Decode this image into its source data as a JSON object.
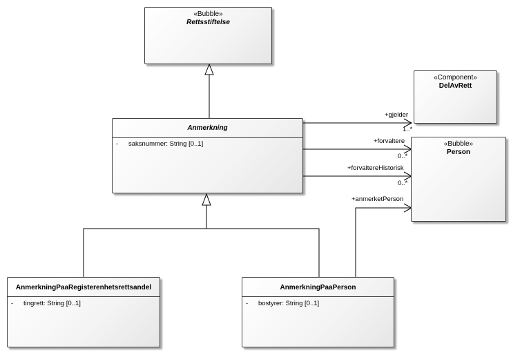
{
  "classes": {
    "rettsstiftelse": {
      "stereotype": "«Bubble»",
      "name": "Rettsstiftelse"
    },
    "del_av_rett": {
      "stereotype": "«Component»",
      "name": "DelAvRett"
    },
    "person": {
      "stereotype": "«Bubble»",
      "name": "Person"
    },
    "anmerkning": {
      "name": "Anmerkning",
      "attr_vis": "-",
      "attr": "saksnummer: String [0..1]"
    },
    "paa_register": {
      "name": "AnmerkningPaaRegisterenhetsrettsandel",
      "attr_vis": "-",
      "attr": "tingrett: String [0..1]"
    },
    "paa_person": {
      "name": "AnmerkningPaaPerson",
      "attr_vis": "-",
      "attr": "bostyrer: String [0..1]"
    }
  },
  "associations": {
    "gjelder": {
      "role": "+gjelder",
      "mult": "1..*"
    },
    "forvaltere": {
      "role": "+forvaltere",
      "mult": "0..*"
    },
    "forvaltere_historisk": {
      "role": "+forvaltereHistorisk",
      "mult": "0..*"
    },
    "anmerket_person": {
      "role": "+anmerketPerson"
    }
  }
}
